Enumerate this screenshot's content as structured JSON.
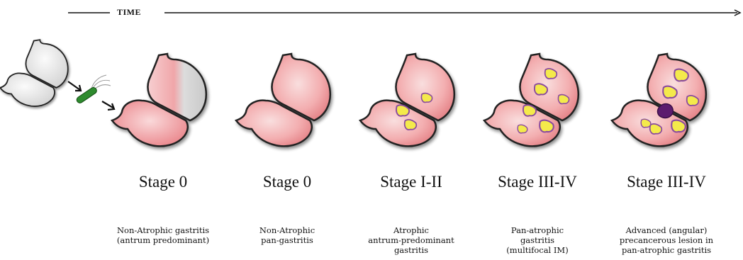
{
  "timeline": {
    "label": "TIME"
  },
  "stages": [
    {
      "title": "Stage 0",
      "description": [
        "Non-Atrophic gastritis",
        "(antrum predominant)"
      ]
    },
    {
      "title": "Stage 0",
      "description": [
        "Non-Atrophic",
        "pan-gastritis"
      ]
    },
    {
      "title": "Stage I-II",
      "description": [
        "Atrophic",
        "antrum-predominant",
        "gastritis"
      ]
    },
    {
      "title": "Stage III-IV",
      "description": [
        "Pan-atrophic",
        "gastritis",
        "(multifocal IM)"
      ]
    },
    {
      "title": "Stage III-IV",
      "description": [
        "Advanced (angular)",
        "precancerous lesion in",
        "pan-atrophic gastritis"
      ]
    }
  ],
  "colors": {
    "healthy_stomach": "#e8e8e8",
    "inflamed_stomach": "#ef8f92",
    "atrophic_lesion": "#f2e64a",
    "advanced_lesion": "#5b1e6e",
    "bacterium": "#2e8b2e"
  }
}
